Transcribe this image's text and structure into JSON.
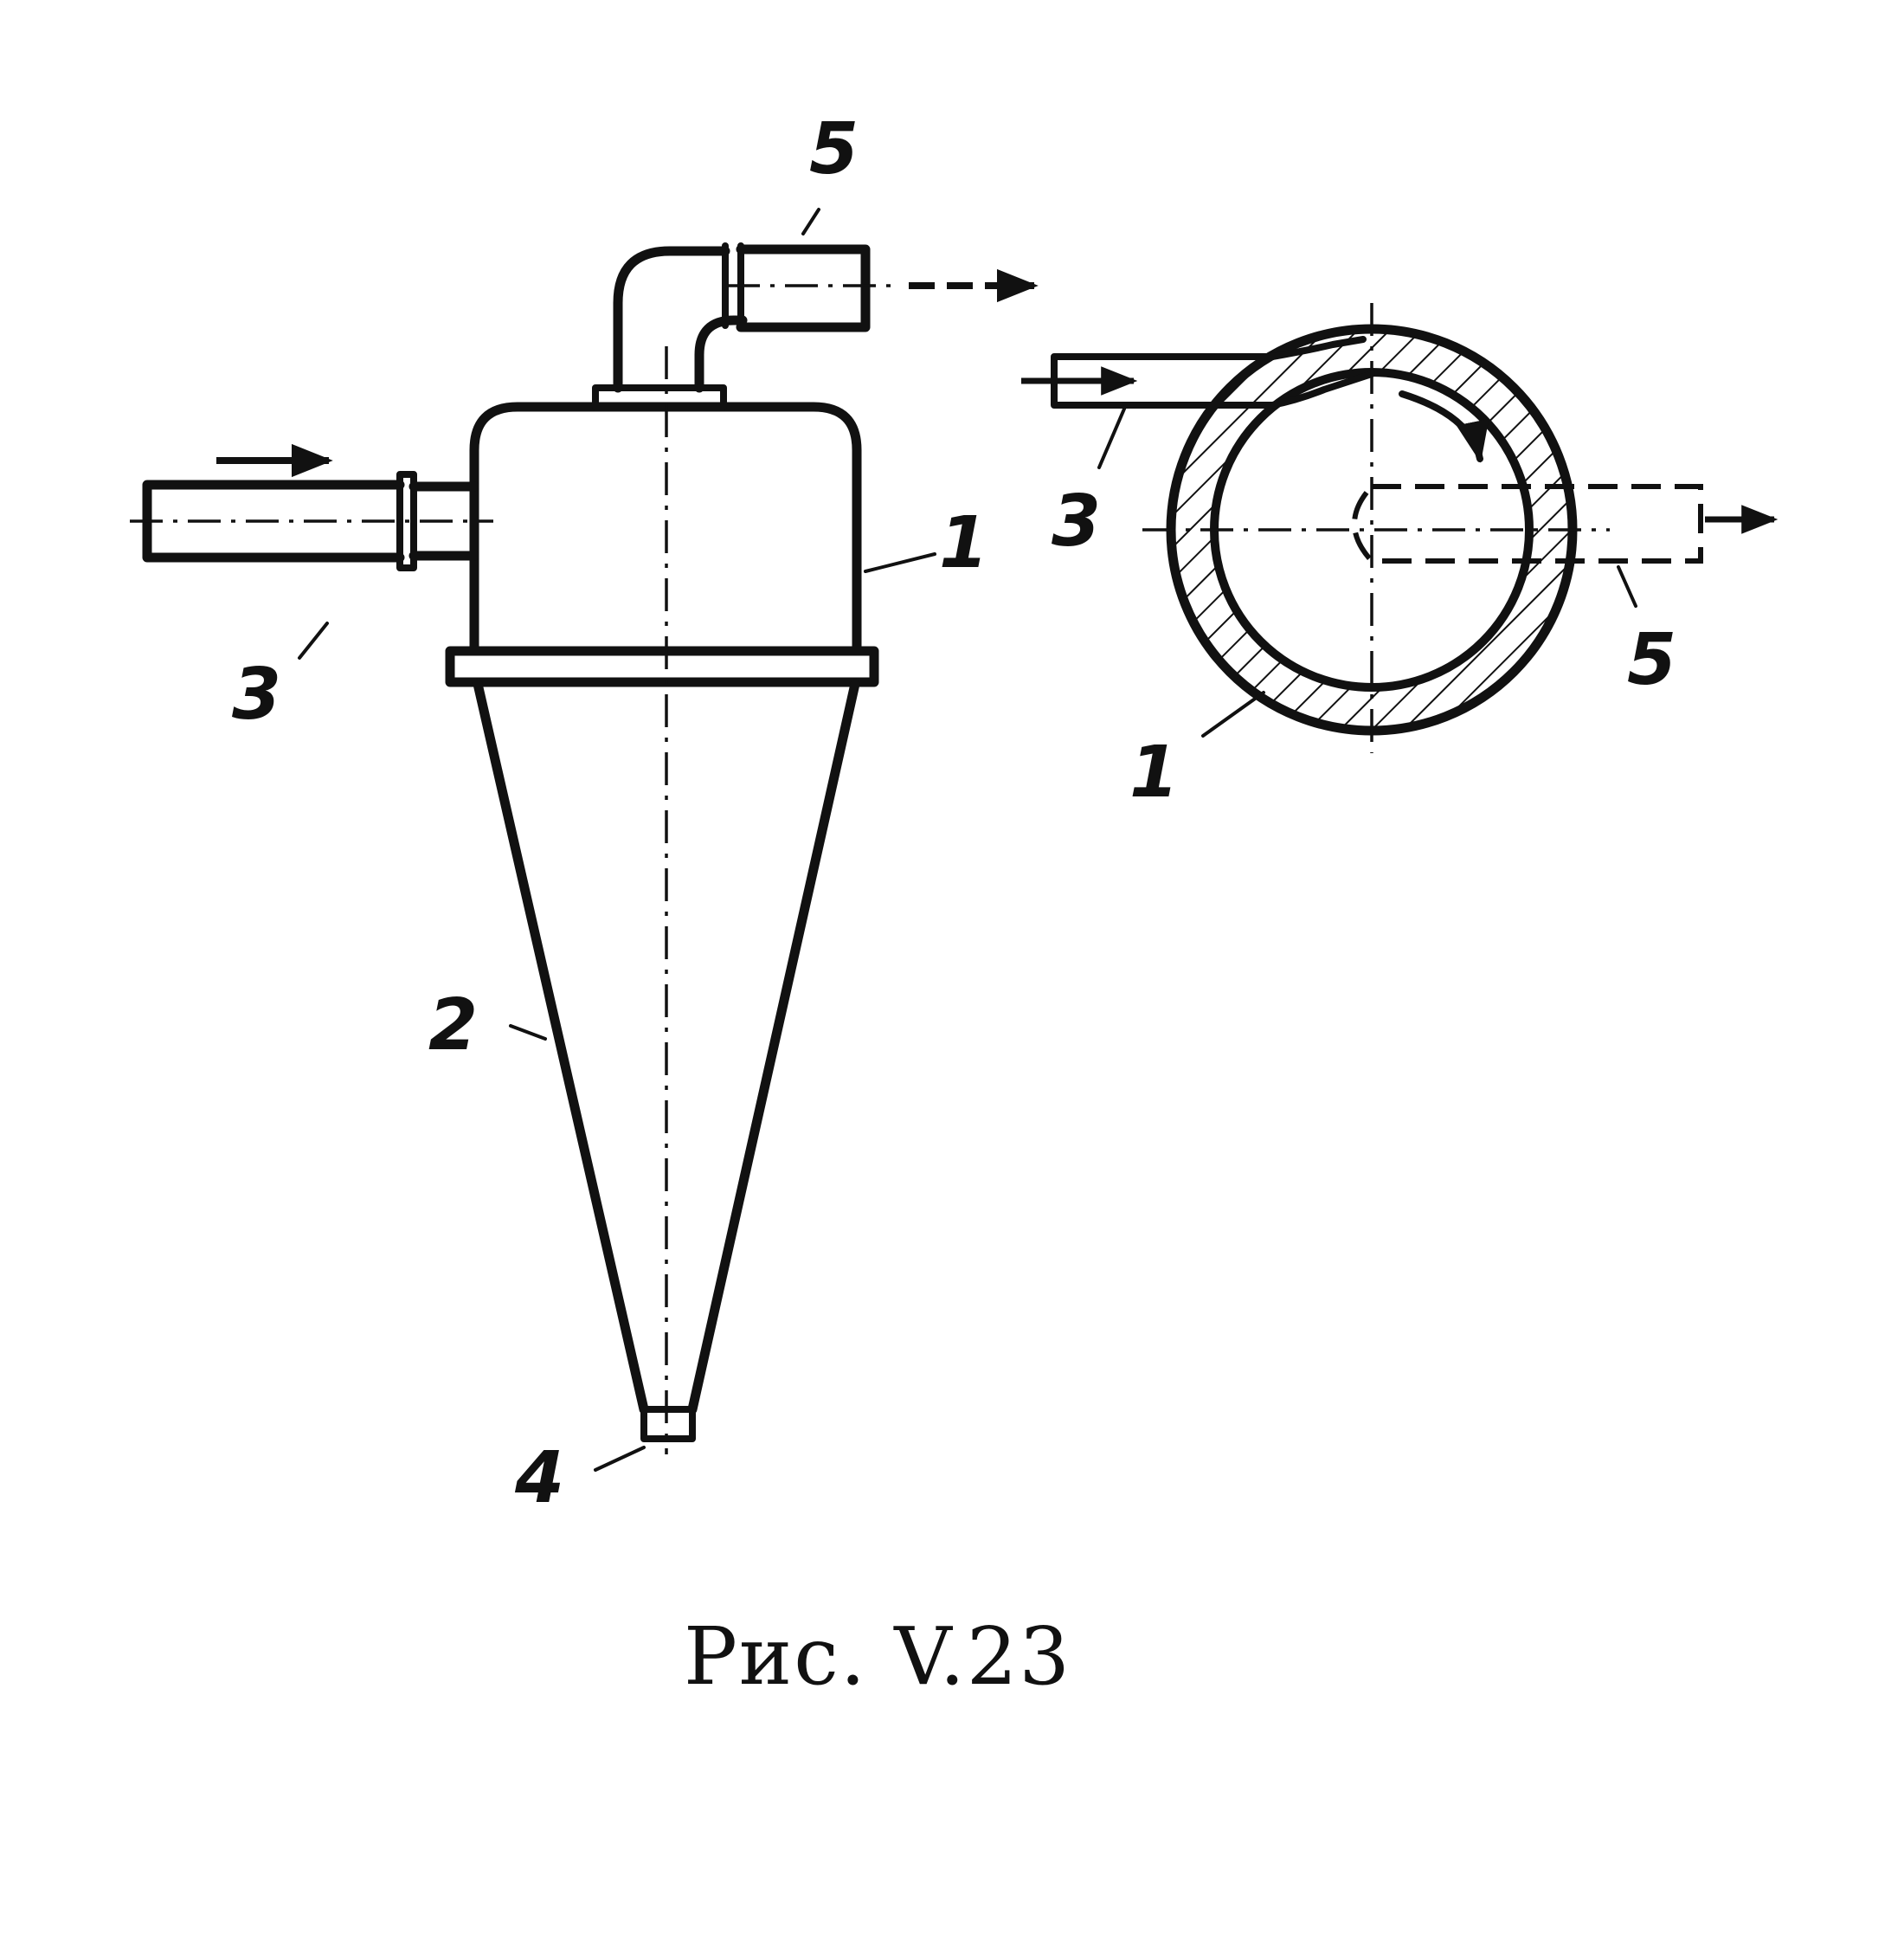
{
  "caption": "Рис. V.23",
  "callouts": {
    "side_view": [
      "1",
      "2",
      "3",
      "4",
      "5"
    ],
    "plan_view": [
      "1",
      "3",
      "5"
    ]
  }
}
